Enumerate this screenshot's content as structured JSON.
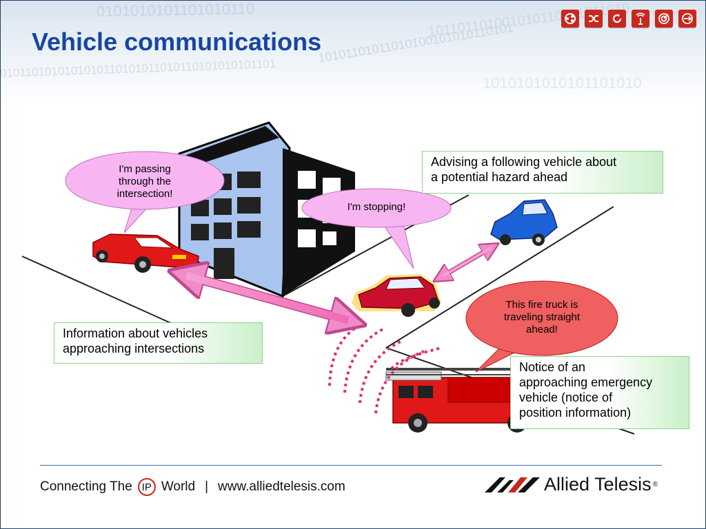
{
  "slide": {
    "title": "Vehicle communications",
    "binary_rows": [
      "0101010101101010110",
      "0101101010101010110101011010110101010101101",
      "10101101011010100101010110101",
      "1010101010101101010",
      "101101101001010110101011010"
    ],
    "nav_icons": [
      "network-icon",
      "shuffle-icon",
      "refresh-icon",
      "wireless-tower-icon",
      "target-icon",
      "arrows-icon"
    ],
    "accent_color": "#c8281e",
    "title_color": "#1746a2"
  },
  "diagram": {
    "bubbles": {
      "passing": [
        "I'm passing",
        "through the",
        "intersection!"
      ],
      "stopping": "I'm stopping!",
      "firetruck": [
        "This fire truck is",
        "traveling straight",
        "ahead!"
      ]
    },
    "labels": {
      "hazard": [
        "Advising a following vehicle about",
        "a potential hazard ahead"
      ],
      "intersection": [
        "Information about vehicles",
        "approaching intersections"
      ],
      "emergency": [
        "Notice of an",
        "approaching emergency",
        "vehicle (notice of",
        "position information)"
      ]
    },
    "colors": {
      "bubble_pink": "#f7b6f1",
      "bubble_red": "#f06060",
      "building_blue": "#a9c4ee",
      "arrow_pink": "#f08cc8"
    }
  },
  "footer": {
    "connecting": "Connecting The",
    "ip": "IP",
    "world": "World",
    "separator": "|",
    "url": "www.alliedtelesis.com",
    "brand": "Allied Telesis",
    "registered": "®"
  }
}
